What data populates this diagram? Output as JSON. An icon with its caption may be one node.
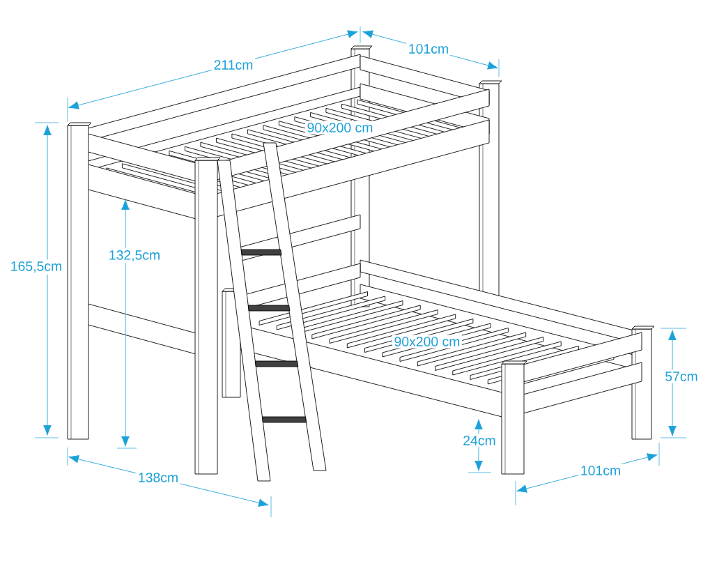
{
  "diagram": {
    "labels": [
      "211cm",
      "101cm",
      "90x200 cm",
      "165,5cm",
      "132,5cm",
      "90x200 cm",
      "57cm",
      "24cm",
      "138cm",
      "101cm"
    ]
  }
}
